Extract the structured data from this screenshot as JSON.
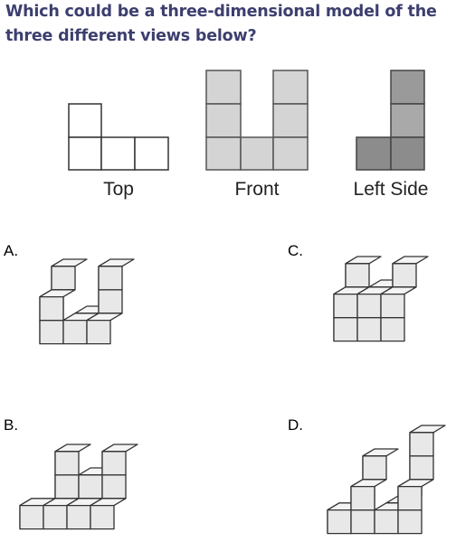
{
  "question": {
    "text": "Which could be a three-dimensional model of the three different views below?"
  },
  "views": {
    "top_label": "Top",
    "front_label": "Front",
    "left_label": "Left Side"
  },
  "options": {
    "a_label": "A.",
    "b_label": "B.",
    "c_label": "C.",
    "d_label": "D."
  },
  "colors": {
    "question_text": "#3c3f6e",
    "front_fill": "#d4d4d4",
    "left_fill_dark": "#8c8c8c",
    "left_fill_mid": "#a9a9a9",
    "cube_front": "#e8e8e8",
    "cube_side": "#d6d6d6",
    "cube_top": "#f4f4f4",
    "stroke": "#333333"
  }
}
